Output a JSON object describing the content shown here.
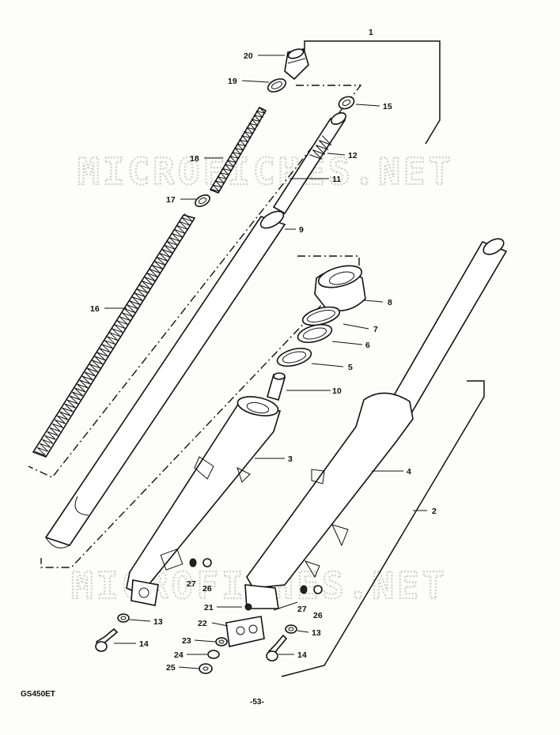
{
  "watermark": "MICROFICHES.NET",
  "footer": {
    "model_code": "GS450ET",
    "page_number": "-53-"
  },
  "callouts": [
    {
      "id": "c1",
      "label": "1"
    },
    {
      "id": "c2",
      "label": "2"
    },
    {
      "id": "c3",
      "label": "3"
    },
    {
      "id": "c4",
      "label": "4"
    },
    {
      "id": "c5",
      "label": "5"
    },
    {
      "id": "c6",
      "label": "6"
    },
    {
      "id": "c7",
      "label": "7"
    },
    {
      "id": "c8",
      "label": "8"
    },
    {
      "id": "c9",
      "label": "9"
    },
    {
      "id": "c10",
      "label": "10"
    },
    {
      "id": "c11",
      "label": "11"
    },
    {
      "id": "c12",
      "label": "12"
    },
    {
      "id": "c13a",
      "label": "13"
    },
    {
      "id": "c13b",
      "label": "13"
    },
    {
      "id": "c14a",
      "label": "14"
    },
    {
      "id": "c14b",
      "label": "14"
    },
    {
      "id": "c15",
      "label": "15"
    },
    {
      "id": "c16",
      "label": "16"
    },
    {
      "id": "c17",
      "label": "17"
    },
    {
      "id": "c18",
      "label": "18"
    },
    {
      "id": "c19",
      "label": "19"
    },
    {
      "id": "c20",
      "label": "20"
    },
    {
      "id": "c21",
      "label": "21"
    },
    {
      "id": "c22",
      "label": "22"
    },
    {
      "id": "c23",
      "label": "23"
    },
    {
      "id": "c24",
      "label": "24"
    },
    {
      "id": "c25",
      "label": "25"
    },
    {
      "id": "c26a",
      "label": "26"
    },
    {
      "id": "c26b",
      "label": "26"
    },
    {
      "id": "c27a",
      "label": "27"
    },
    {
      "id": "c27b",
      "label": "27"
    }
  ]
}
